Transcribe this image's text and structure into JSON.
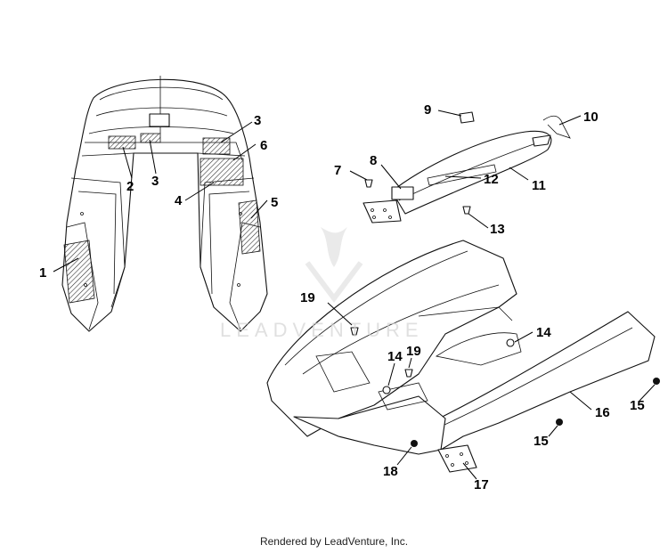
{
  "callouts": {
    "c1": "1",
    "c2": "2",
    "c3a": "3",
    "c3b": "3",
    "c4": "4",
    "c5": "5",
    "c6": "6",
    "c7": "7",
    "c8": "8",
    "c9": "9",
    "c10": "10",
    "c11": "11",
    "c12": "12",
    "c13": "13",
    "c14a": "14",
    "c14b": "14",
    "c15a": "15",
    "c15b": "15",
    "c16": "16",
    "c17": "17",
    "c18": "18",
    "c19a": "19",
    "c19b": "19"
  },
  "watermark": "LEADVENTURE",
  "footer": "Rendered by LeadVenture, Inc."
}
